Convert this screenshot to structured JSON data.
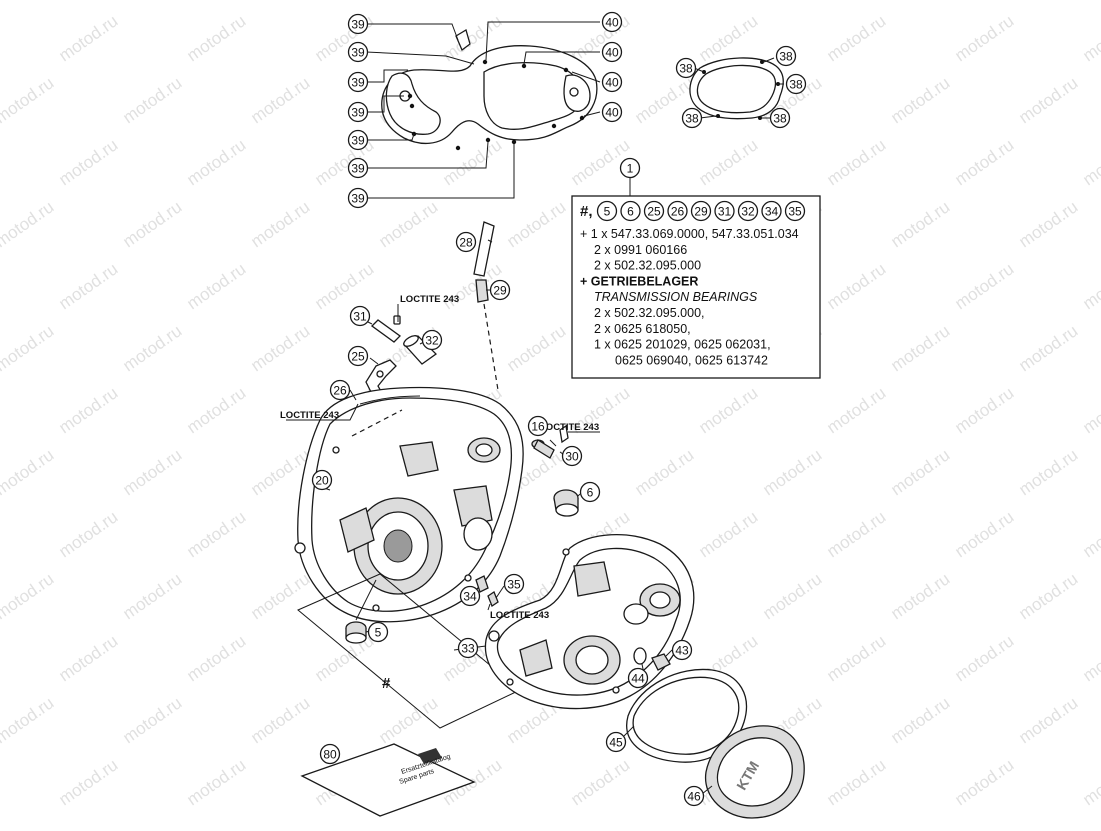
{
  "watermark": "motod.ru",
  "kit_box": {
    "callout": "1",
    "header_symbol": "#,",
    "header_callouts": [
      "5",
      "6",
      "25",
      "26",
      "29",
      "31",
      "32",
      "34",
      "35"
    ],
    "lines": [
      "+ 1 x 547.33.069.0000, 547.33.051.034",
      "2 x 0991 060166",
      "2 x 502.32.095.000",
      "+ GETRIEBELAGER",
      "TRANSMISSION BEARINGS",
      "2 x 502.32.095.000,",
      "2 x 0625 618050,",
      "1 x 0625 201029, 0625 062031,",
      "0625 069040, 0625 613742"
    ]
  },
  "loctite_labels": [
    "LOCTITE 243",
    "LOCTITE 243",
    "LOCTITE 243",
    "LOCTITE 243"
  ],
  "hash_label": "#",
  "callouts": {
    "c39a": "39",
    "c39b": "39",
    "c39c": "39",
    "c39d": "39",
    "c39e": "39",
    "c39f": "39",
    "c39g": "39",
    "c40a": "40",
    "c40b": "40",
    "c40c": "40",
    "c40d": "40",
    "c38a": "38",
    "c38b": "38",
    "c38c": "38",
    "c38d": "38",
    "c38e": "38",
    "c28": "28",
    "c29": "29",
    "c31": "31",
    "c32": "32",
    "c25": "25",
    "c26": "26",
    "c16": "16",
    "c30": "30",
    "c6": "6",
    "c20": "20",
    "c34": "34",
    "c35": "35",
    "c5": "5",
    "c33": "33",
    "c43": "43",
    "c44": "44",
    "c45": "45",
    "c46": "46",
    "c80": "80"
  },
  "manual_cover_lines": [
    "Ersatzteilkatalog",
    "Spare parts"
  ]
}
